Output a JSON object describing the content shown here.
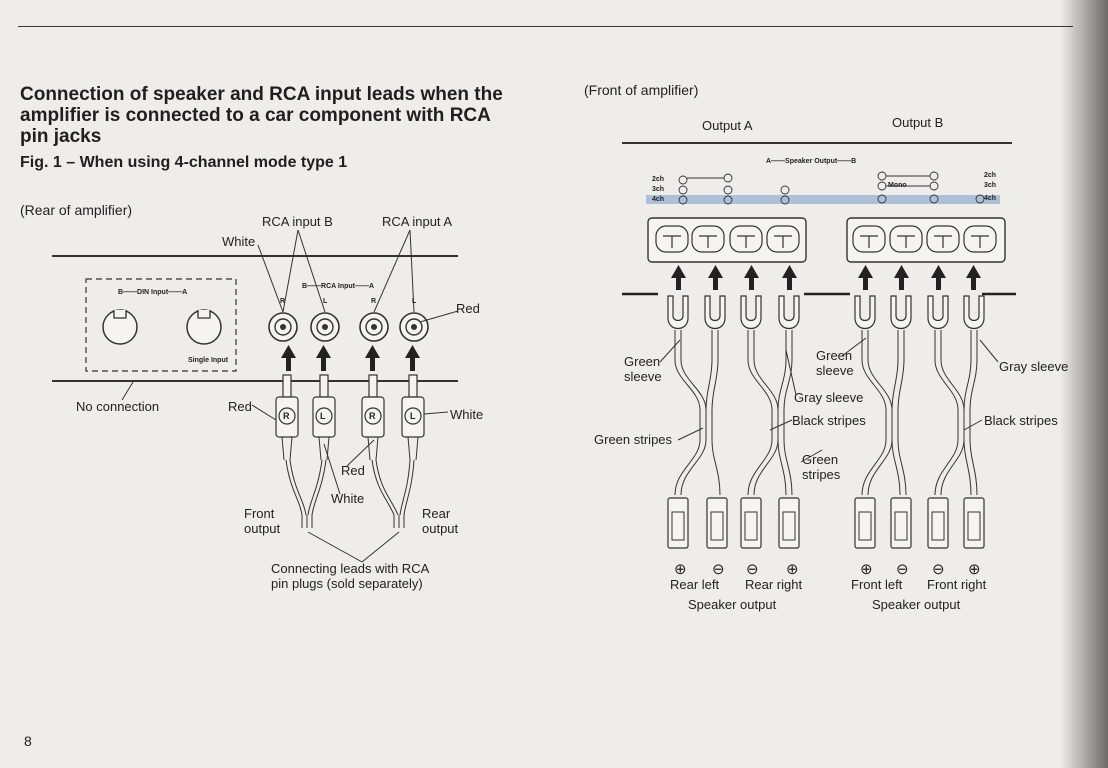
{
  "section": {
    "title": "Connection of speaker and RCA input leads when the amplifier is connected to a car component with RCA pin jacks",
    "figure_title": "Fig. 1 – When using 4-channel mode type 1"
  },
  "rear_diagram": {
    "caption": "(Rear of amplifier)",
    "din_label": "B——DIN Input——A",
    "single_input": "Single Input",
    "rca_label": "B——RCA Input——A",
    "jack_r1": "R",
    "jack_l1": "L",
    "jack_r2": "R",
    "jack_l2": "L",
    "rca_input_b": "RCA input B",
    "rca_input_a": "RCA input A",
    "white_top": "White",
    "red_top": "Red",
    "no_connection": "No connection",
    "red_left": "Red",
    "white_right": "White",
    "red_mid": "Red",
    "white_mid": "White",
    "front_output": "Front\noutput",
    "rear_output": "Rear\noutput",
    "connecting_leads": "Connecting leads with RCA\npin plugs (sold separately)",
    "plug_labels": [
      "R",
      "L",
      "R",
      "L"
    ]
  },
  "front_diagram": {
    "caption": "(Front of amplifier)",
    "output_a": "Output A",
    "output_b": "Output B",
    "speaker_output_header": "A——Speaker Output——B",
    "ch_labels_left": [
      "2ch",
      "3ch",
      "4ch"
    ],
    "ch_labels_right": [
      "2ch",
      "3ch",
      "4ch"
    ],
    "mono": "Mono",
    "green_sleeve_left": "Green\nsleeve",
    "green_sleeve_mid": "Green\nsleeve",
    "gray_sleeve_mid": "Gray sleeve",
    "gray_sleeve_right": "Gray sleeve",
    "black_stripes_mid": "Black stripes",
    "black_stripes_right": "Black stripes",
    "green_stripes_left": "Green stripes",
    "green_stripes_mid": "Green\nstripes",
    "polarity": [
      "⊕",
      "⊖",
      "⊖",
      "⊕",
      "⊕",
      "⊖",
      "⊖",
      "⊕"
    ],
    "rear_left": "Rear left",
    "rear_right": "Rear right",
    "front_left": "Front left",
    "front_right": "Front right",
    "speaker_output_left": "Speaker output",
    "speaker_output_right": "Speaker output"
  },
  "page_number": "8"
}
